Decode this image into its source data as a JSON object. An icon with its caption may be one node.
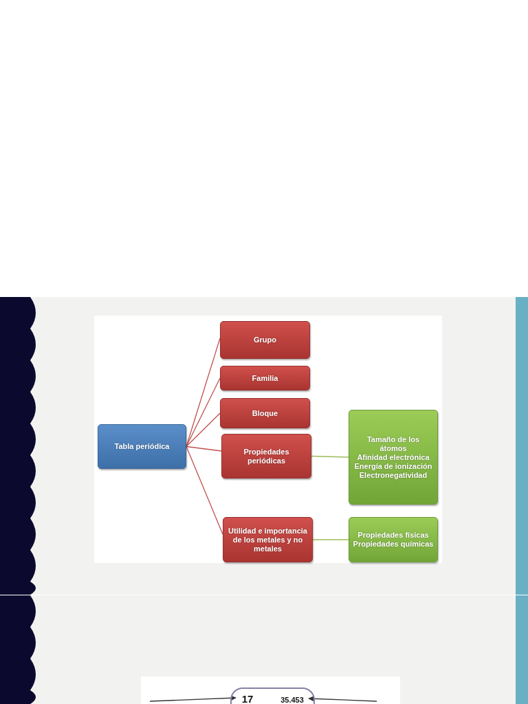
{
  "diagram": {
    "nodes": [
      {
        "text": [
          "Tabla periódica"
        ]
      },
      {
        "text": [
          "Grupo"
        ]
      },
      {
        "text": [
          "Familia"
        ]
      },
      {
        "text": [
          "Bloque"
        ]
      },
      {
        "text": [
          "Propiedades periódicas"
        ]
      },
      {
        "text": [
          "Utilidad e importancia de los metales y no metales"
        ]
      },
      {
        "text": [
          "Tamaño de los átomos",
          "Afinidad electrónica",
          "Energía de ionización",
          "Electronegatividad"
        ]
      },
      {
        "text": [
          "Propiedades físicas",
          "Propiedades químicas"
        ]
      },
      {
        "text": [],
        "shape": "box"
      },
      {
        "text": [
          "17"
        ],
        "in": 8
      },
      {
        "text": [
          "35.453"
        ],
        "in": 8
      }
    ],
    "edges": [
      {
        "from": 0,
        "to": 1,
        "arrow": "none"
      },
      {
        "from": 0,
        "to": 2,
        "arrow": "none"
      },
      {
        "from": 0,
        "to": 3,
        "arrow": "none"
      },
      {
        "from": 0,
        "to": 4,
        "arrow": "none"
      },
      {
        "from": 0,
        "to": 5,
        "arrow": "none"
      },
      {
        "from": 4,
        "to": 6,
        "arrow": "none",
        "color": "#9bbb59"
      },
      {
        "from": 5,
        "to": 7,
        "arrow": "none",
        "color": "#9bbb59"
      },
      {
        "from": null,
        "to": 9,
        "arrow": "to",
        "color": "#333333"
      },
      {
        "from": null,
        "to": 10,
        "arrow": "to",
        "color": "#333333"
      }
    ]
  }
}
